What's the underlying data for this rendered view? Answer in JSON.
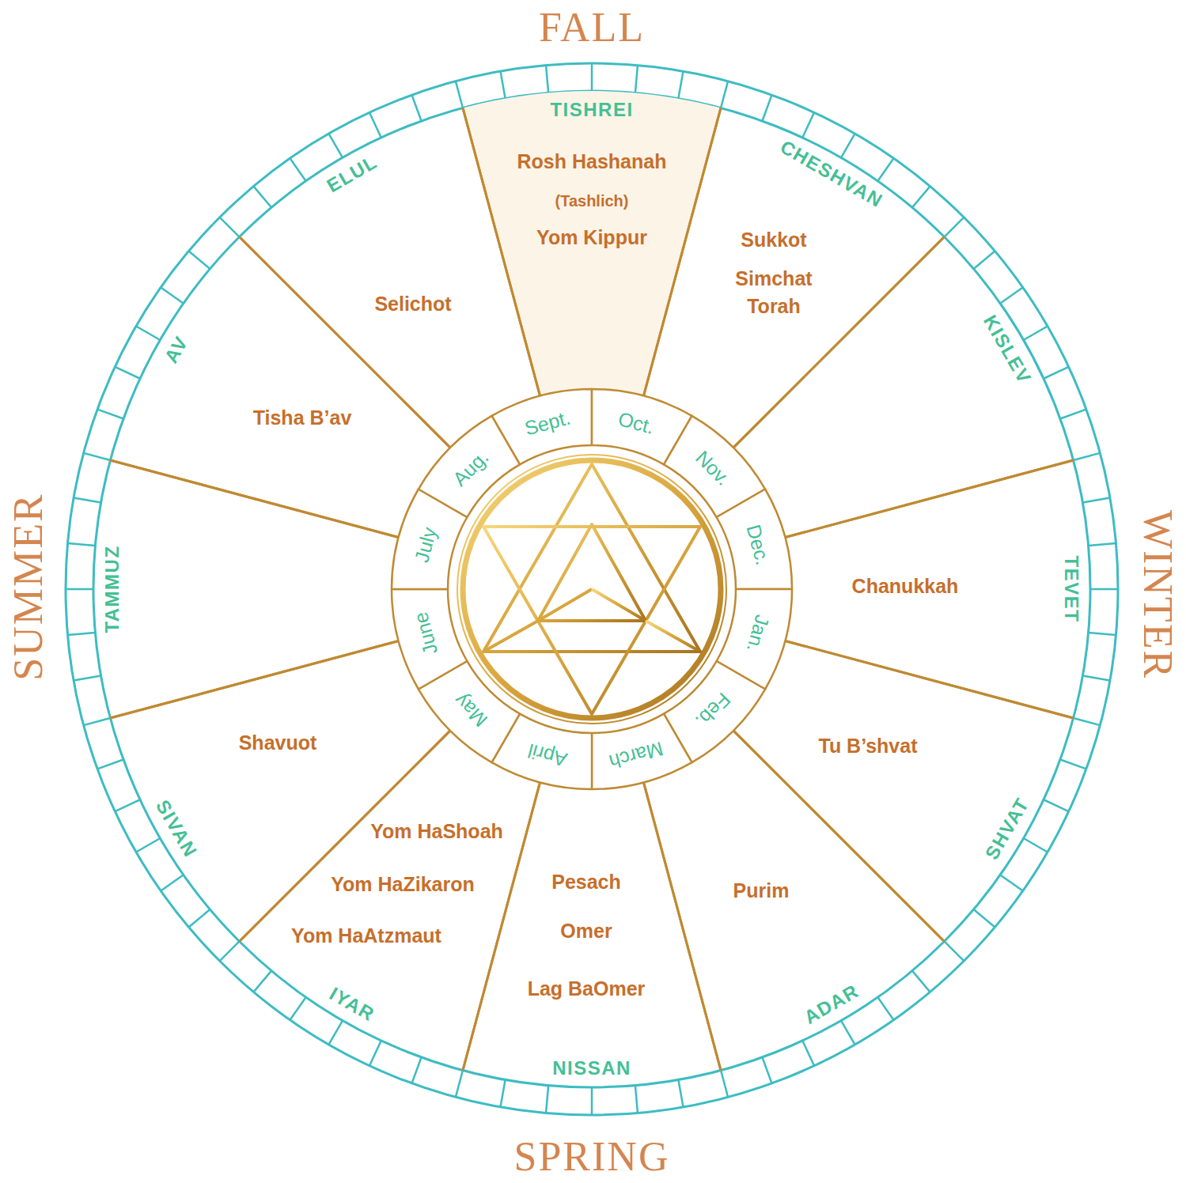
{
  "diagram": {
    "nodes": [
      {
        "text": [
          "TISHREI",
          "Rosh Hashanah",
          "(Tashlich)",
          "Yom Kippur"
        ]
      },
      {
        "text": [
          "CHESHVAN",
          "Sukkot",
          "Simchat Torah"
        ]
      },
      {
        "text": [
          "KISLEV"
        ]
      },
      {
        "text": [
          "TEVET",
          "Chanukkah"
        ]
      },
      {
        "text": [
          "SHVAT",
          "Tu B’shvat"
        ]
      },
      {
        "text": [
          "ADAR",
          "Purim"
        ]
      },
      {
        "text": [
          "NISSAN",
          "Pesach",
          "Omer",
          "Lag BaOmer"
        ]
      },
      {
        "text": [
          "IYAR",
          "Yom HaShoah",
          "Yom HaZikaron",
          "Yom HaAtzmaut"
        ]
      },
      {
        "text": [
          "SIVAN",
          "Shavuot"
        ]
      },
      {
        "text": [
          "TAMMUZ"
        ]
      },
      {
        "text": [
          "AV",
          "Tisha B’av"
        ]
      },
      {
        "text": [
          "ELUL",
          "Selichot"
        ]
      },
      {
        "text": [
          "Sept."
        ]
      },
      {
        "text": [
          "Oct."
        ]
      },
      {
        "text": [
          "Nov."
        ]
      },
      {
        "text": [
          "Dec."
        ]
      },
      {
        "text": [
          "Jan."
        ]
      },
      {
        "text": [
          "Feb."
        ]
      },
      {
        "text": [
          "March"
        ]
      },
      {
        "text": [
          "April"
        ]
      },
      {
        "text": [
          "May"
        ]
      },
      {
        "text": [
          "June"
        ]
      },
      {
        "text": [
          "July"
        ]
      },
      {
        "text": [
          "Aug."
        ]
      }
    ],
    "labels": [
      "FALL",
      "SUMMER",
      "WINTER",
      "SPRING"
    ]
  }
}
